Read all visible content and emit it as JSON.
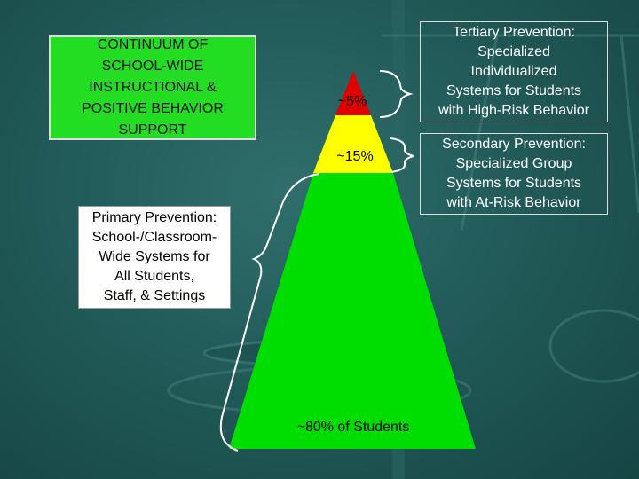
{
  "title_box": {
    "text": "CONTINUUM OF\nSCHOOL-WIDE\nINSTRUCTIONAL &\nPOSITIVE BEHAVIOR\nSUPPORT"
  },
  "tiers": {
    "tertiary": {
      "label": "Tertiary Prevention:\nSpecialized\nIndividualized\nSystems for Students\nwith High-Risk Behavior",
      "percent": "~5%",
      "color": "#e00000"
    },
    "secondary": {
      "label": "Secondary Prevention:\nSpecialized Group\nSystems for Students\nwith At-Risk Behavior",
      "percent": "~15%",
      "color": "#ffff00"
    },
    "primary": {
      "label": "Primary Prevention:\nSchool-/Classroom-\nWide Systems for\nAll Students,\nStaff, & Settings",
      "percent": "~80% of Students",
      "color": "#00dd00"
    }
  },
  "colors": {
    "background": "#1f5755",
    "title_box": "#22dd22"
  }
}
